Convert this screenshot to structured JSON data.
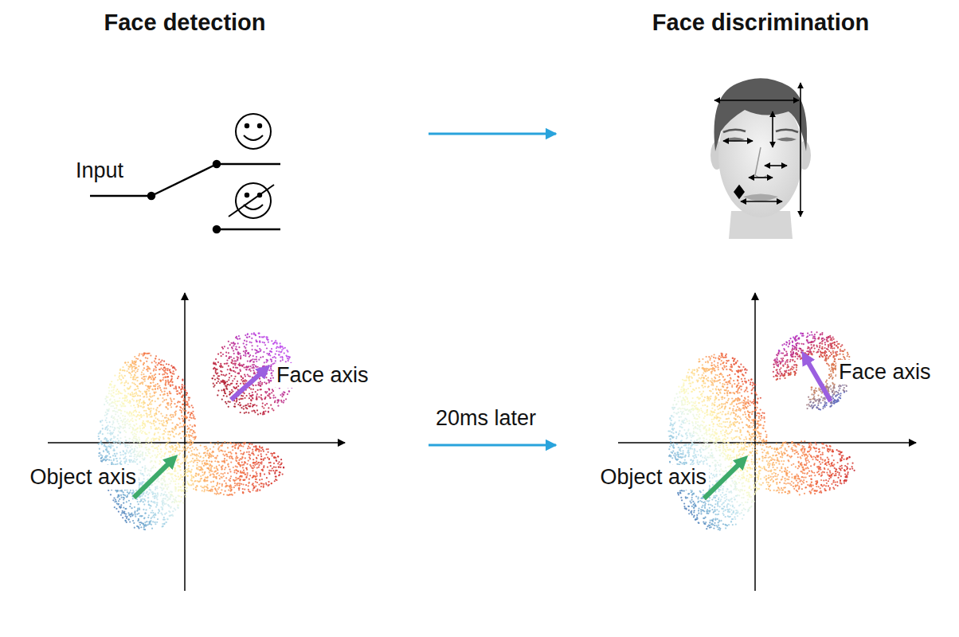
{
  "diagram": {
    "labels": [
      "Face detection",
      "Face discrimination",
      "Input",
      "Face axis",
      "Object axis",
      "20ms later",
      "Face axis",
      "Object axis"
    ]
  }
}
